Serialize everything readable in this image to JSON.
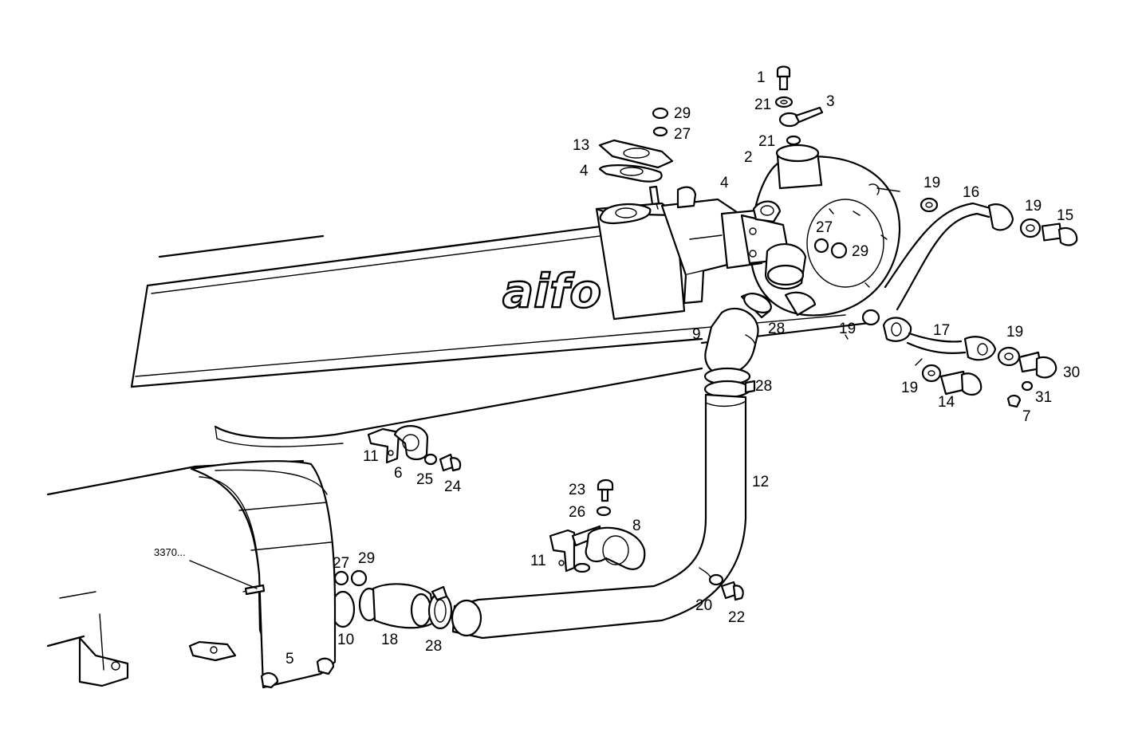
{
  "logo": "aifo",
  "reference": "3370...",
  "callouts": {
    "c1": "1",
    "c2": "2",
    "c3": "3",
    "c4a": "4",
    "c4b": "4",
    "c5": "5",
    "c6": "6",
    "c7": "7",
    "c8": "8",
    "c9": "9",
    "c10": "10",
    "c11a": "11",
    "c11b": "11",
    "c12": "12",
    "c13": "13",
    "c14": "14",
    "c15": "15",
    "c16": "16",
    "c17": "17",
    "c18": "18",
    "c19a": "19",
    "c19b": "19",
    "c19c": "19",
    "c19d": "19",
    "c19e": "19",
    "c20": "20",
    "c21a": "21",
    "c21b": "21",
    "c22": "22",
    "c23": "23",
    "c24": "24",
    "c25": "25",
    "c26": "26",
    "c27a": "27",
    "c27b": "27",
    "c27c": "27",
    "c28a": "28",
    "c28b": "28",
    "c28c": "28",
    "c29a": "29",
    "c29b": "29",
    "c29c": "29",
    "c30": "30",
    "c31": "31"
  }
}
